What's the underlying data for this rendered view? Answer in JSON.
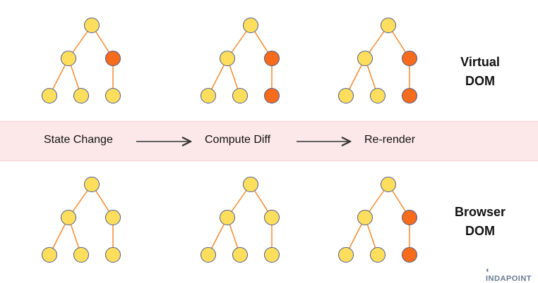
{
  "steps": [
    "State Change",
    "Compute Diff",
    "Re-render"
  ],
  "rows": [
    {
      "label": "Virtual DOM",
      "label_lines": [
        "Virtual",
        "DOM"
      ],
      "trees": [
        {
          "highlighted": [
            "mid-right"
          ]
        },
        {
          "highlighted": [
            "mid-right",
            "leaf-3"
          ]
        },
        {
          "highlighted": [
            "mid-right",
            "leaf-3"
          ]
        }
      ]
    },
    {
      "label": "Browser DOM",
      "label_lines": [
        "Browser",
        "DOM"
      ],
      "trees": [
        {
          "highlighted": []
        },
        {
          "highlighted": []
        },
        {
          "highlighted": [
            "mid-right",
            "leaf-3"
          ]
        }
      ]
    }
  ],
  "colors": {
    "node": "#fede5c",
    "changed": "#f76b1c",
    "edge": "#f7892a",
    "outline": "#4b5d8c",
    "band": "#fde8e9"
  },
  "logo": "INDAPOINT"
}
